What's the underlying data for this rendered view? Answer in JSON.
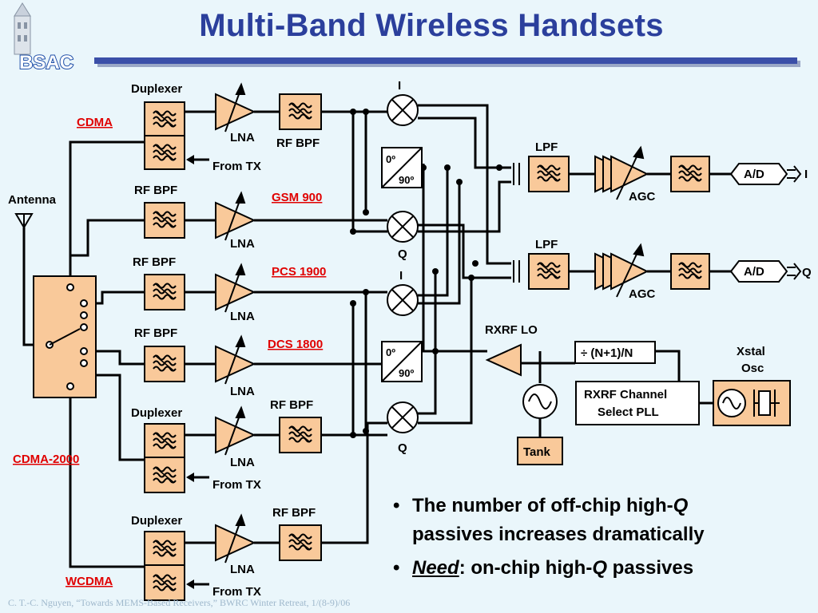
{
  "slide": {
    "title": "Multi-Band Wireless Handsets",
    "logo_text": "BSAC",
    "footer": "C. T.-C. Nguyen, “Towards MEMS-Based Receivers,” BWRC Winter Retreat, 1/(8-9)/06"
  },
  "diagram": {
    "antenna": "Antenna",
    "bands": {
      "cdma": "CDMA",
      "gsm900": "GSM 900",
      "pcs1900": "PCS 1900",
      "dcs1800": "DCS 1800",
      "cdma2000": "CDMA-2000",
      "wcdma": "WCDMA"
    },
    "duplexer": "Duplexer",
    "lna": "LNA",
    "rf_bpf": "RF BPF",
    "from_tx": "From TX",
    "lpf": "LPF",
    "agc": "AGC",
    "ad": "A/D",
    "i": "I",
    "q": "Q",
    "phase_0": "0º",
    "phase_90": "90º",
    "rxrf_lo": "RXRF LO",
    "divider": "÷ (N+1)/N",
    "pll_line1": "RXRF Channel",
    "pll_line2": "Select PLL",
    "xstal_line1": "Xstal",
    "xstal_line2": "Osc",
    "tank": "Tank"
  },
  "bullets": {
    "b1_prefix": "The number of off-chip high-",
    "b1_q": "Q",
    "b1_suffix": "passives increases dramatically",
    "b2_need": "Need",
    "b2_mid": ": on-chip high-",
    "b2_q": "Q",
    "b2_suffix": " passives"
  },
  "colors": {
    "title": "#2b3f9c",
    "component_fill": "#f9c99a",
    "band_label": "#e00000",
    "background": "#eaf6fb"
  }
}
